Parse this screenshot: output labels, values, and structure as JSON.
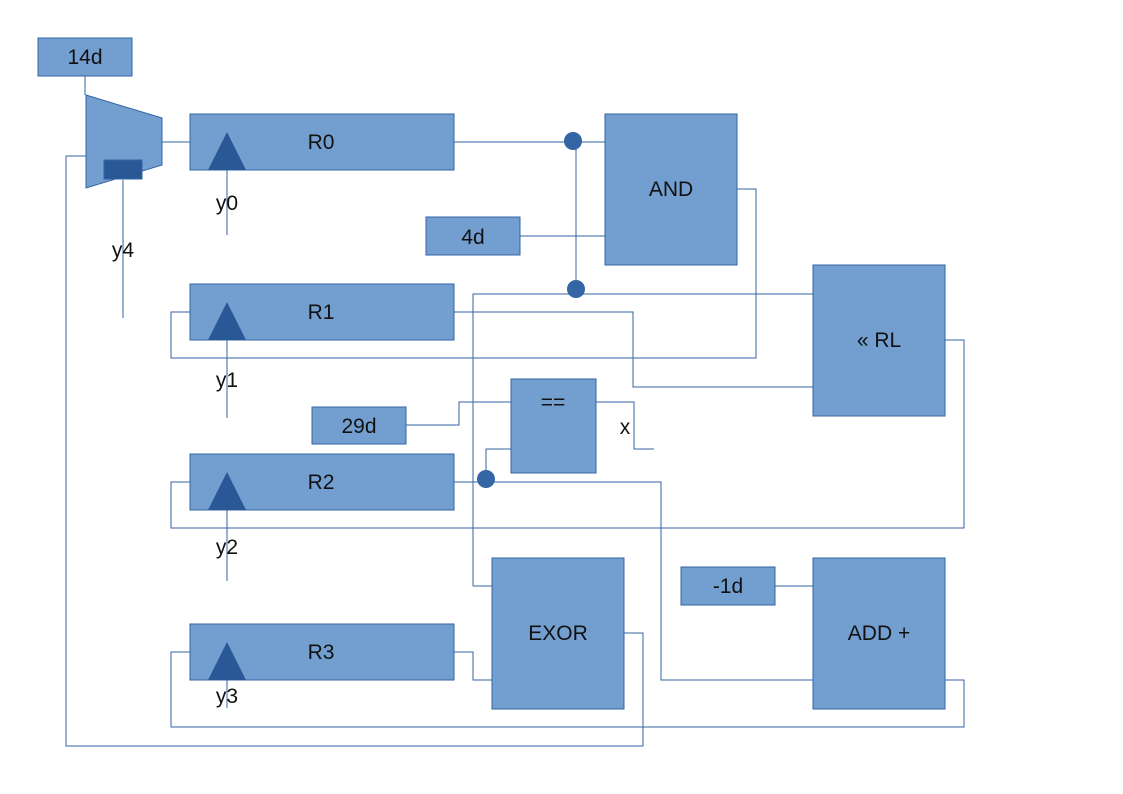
{
  "blocks": {
    "const_14": "14d",
    "const_4": "4d",
    "const_29": "29d",
    "const_neg1": "-1d",
    "r0": "R0",
    "r1": "R1",
    "r2": "R2",
    "r3": "R3",
    "and": "AND",
    "rotate": "« RL",
    "compare": "==",
    "exor": "EXOR",
    "add": "ADD +"
  },
  "signals": {
    "y0": "y0",
    "y1": "y1",
    "y2": "y2",
    "y3": "y3",
    "y4": "y4",
    "x": "x"
  },
  "colors": {
    "block_fill": "#729fcf",
    "block_stroke": "#3465a4",
    "wire": "#3465a4",
    "clock_marker": "#2a5896"
  }
}
